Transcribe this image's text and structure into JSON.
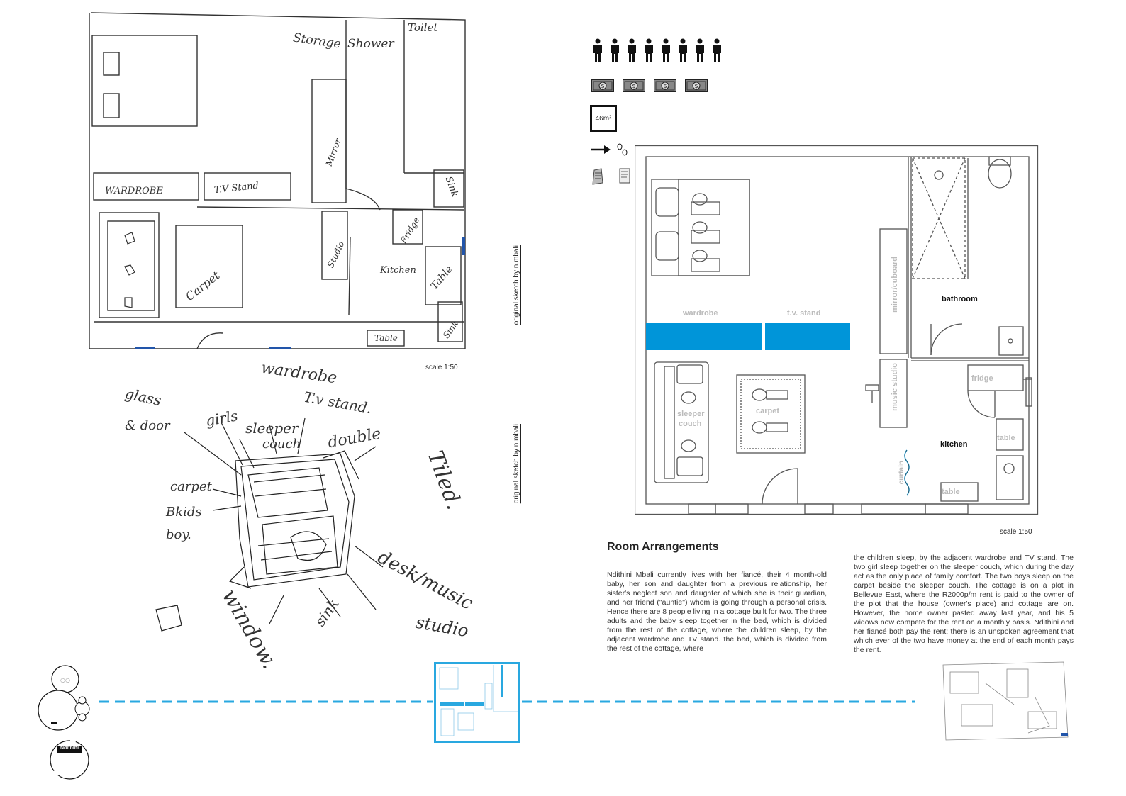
{
  "sketch1": {
    "labels": {
      "storage": "Storage",
      "shower": "Shower",
      "toilet": "Toilet",
      "wardrobe": "WARDROBE",
      "tv_stand": "T.V Stand",
      "mirror": "Mirror",
      "sink": "Sink",
      "studio": "Studio",
      "fridge": "Fridge",
      "kitchen": "Kitchen",
      "table": "Table",
      "carpet": "Carpet",
      "sink2": "Sink",
      "table2": "Table"
    },
    "scale": "scale 1:50",
    "credit": "original sketch by n.mbali"
  },
  "sketch2": {
    "labels": [
      "wardrobe",
      "T.v stand.",
      "glass",
      "& door",
      "girls",
      "sleeper",
      "couch",
      "double",
      "Tiled.",
      "carpet",
      "Bkids",
      "boy.",
      "desk/music",
      "studio",
      "window.",
      "sink"
    ],
    "credit": "original sketch by n.mbali"
  },
  "legend": {
    "people_count": 8,
    "money_count": 4,
    "area": "46m²"
  },
  "plan": {
    "labels": {
      "wardrobe": "wardrobe",
      "tv_stand": "t.v. stand",
      "mirror_cupboard": "mirror/cuboard",
      "music_studio": "music studio",
      "bathroom": "bathroom",
      "fridge": "fridge",
      "kitchen": "kitchen",
      "table": "table",
      "table2": "table",
      "curtain": "curtain",
      "sleeper_couch_1": "sleeper",
      "sleeper_couch_2": "couch",
      "carpet": "carpet"
    },
    "scale": "scale 1:50",
    "accent_color": "#0095d9"
  },
  "text": {
    "title": "Room Arrangements",
    "col1": "Ndithini Mbali currently lives with her fiancé, their 4 month-old baby, her son and daughter from a previous relationship, her sister's neglect son and daughter of which she is their guardian, and her friend (\"auntie\") whom is going through a personal crisis. Hence there are 8 people living in a cottage built for two. The three adults and the baby sleep together in the bed, which is divided from the rest of the cottage, where the children sleep, by the adjacent wardrobe and TV stand. the bed, which is divided from the rest of the cottage, where",
    "col2": "the children sleep, by the adjacent wardrobe and TV stand. The two girl sleep together on the sleeper couch, which during the day act as the only place of family comfort. The two boys sleep on the carpet beside the sleeper couch. The cottage is on a plot in Bellevue East, where the R2000p/m rent is paid to the owner of the plot that the house (owner's place) and cottage are on. However, the home owner pasted away last year, and his 5 widows now compete for the rent on a monthly basis. Ndithini and her fiancé both pay the rent; there is an unspoken agreement that which ever of the two have money at the end of each month pays the rent."
  },
  "bottom": {
    "badge": "Ndithini",
    "accent_color": "#29a8e0"
  }
}
